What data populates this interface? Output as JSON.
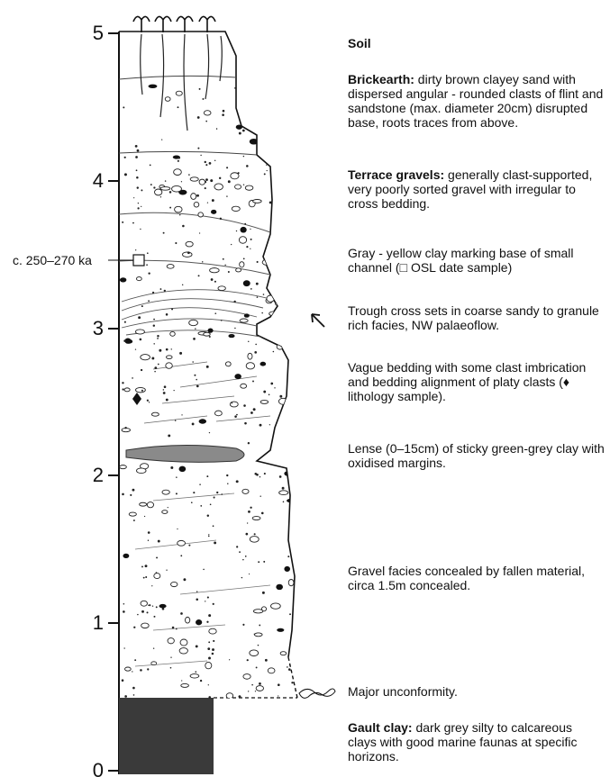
{
  "axis": {
    "ticks": [
      {
        "value": 5,
        "label": "5"
      },
      {
        "value": 4,
        "label": "4"
      },
      {
        "value": 3,
        "label": "3"
      },
      {
        "value": 2,
        "label": "2"
      },
      {
        "value": 1,
        "label": "1"
      },
      {
        "value": 0,
        "label": "0"
      }
    ]
  },
  "age_marker": {
    "label": "c. 250–270 ka"
  },
  "units": [
    {
      "key": "soil",
      "title": "Soil",
      "text": ""
    },
    {
      "key": "brickearth",
      "title": "Brickearth:",
      "text": " dirty brown clayey sand with dispersed angular - rounded clasts of flint and sandstone (max. diameter 20cm) disrupted base, roots traces from above."
    },
    {
      "key": "terrace",
      "title": "Terrace gravels:",
      "text": " generally clast-supported, very poorly sorted gravel with irregular to cross bedding."
    },
    {
      "key": "clay-channel",
      "title": "",
      "text": "Gray - yellow clay marking base of small channel (□ OSL date sample)"
    },
    {
      "key": "trough",
      "title": "",
      "text": "Trough cross sets in coarse sandy to granule rich facies, NW palaeoflow."
    },
    {
      "key": "vague",
      "title": "",
      "text": "Vague bedding with some clast imbrication and bedding alignment of platy clasts (♦ lithology sample)."
    },
    {
      "key": "lense",
      "title": "",
      "text": "Lense (0–15cm) of sticky green-grey clay with oxidised margins."
    },
    {
      "key": "concealed",
      "title": "",
      "text": "Gravel facies concealed by fallen material, circa 1.5m concealed."
    },
    {
      "key": "unconformity",
      "title": "",
      "text": "Major unconformity."
    },
    {
      "key": "gault",
      "title": "Gault clay:",
      "text": " dark grey silty to calcareous clays with good marine faunas at specific horizons."
    }
  ]
}
